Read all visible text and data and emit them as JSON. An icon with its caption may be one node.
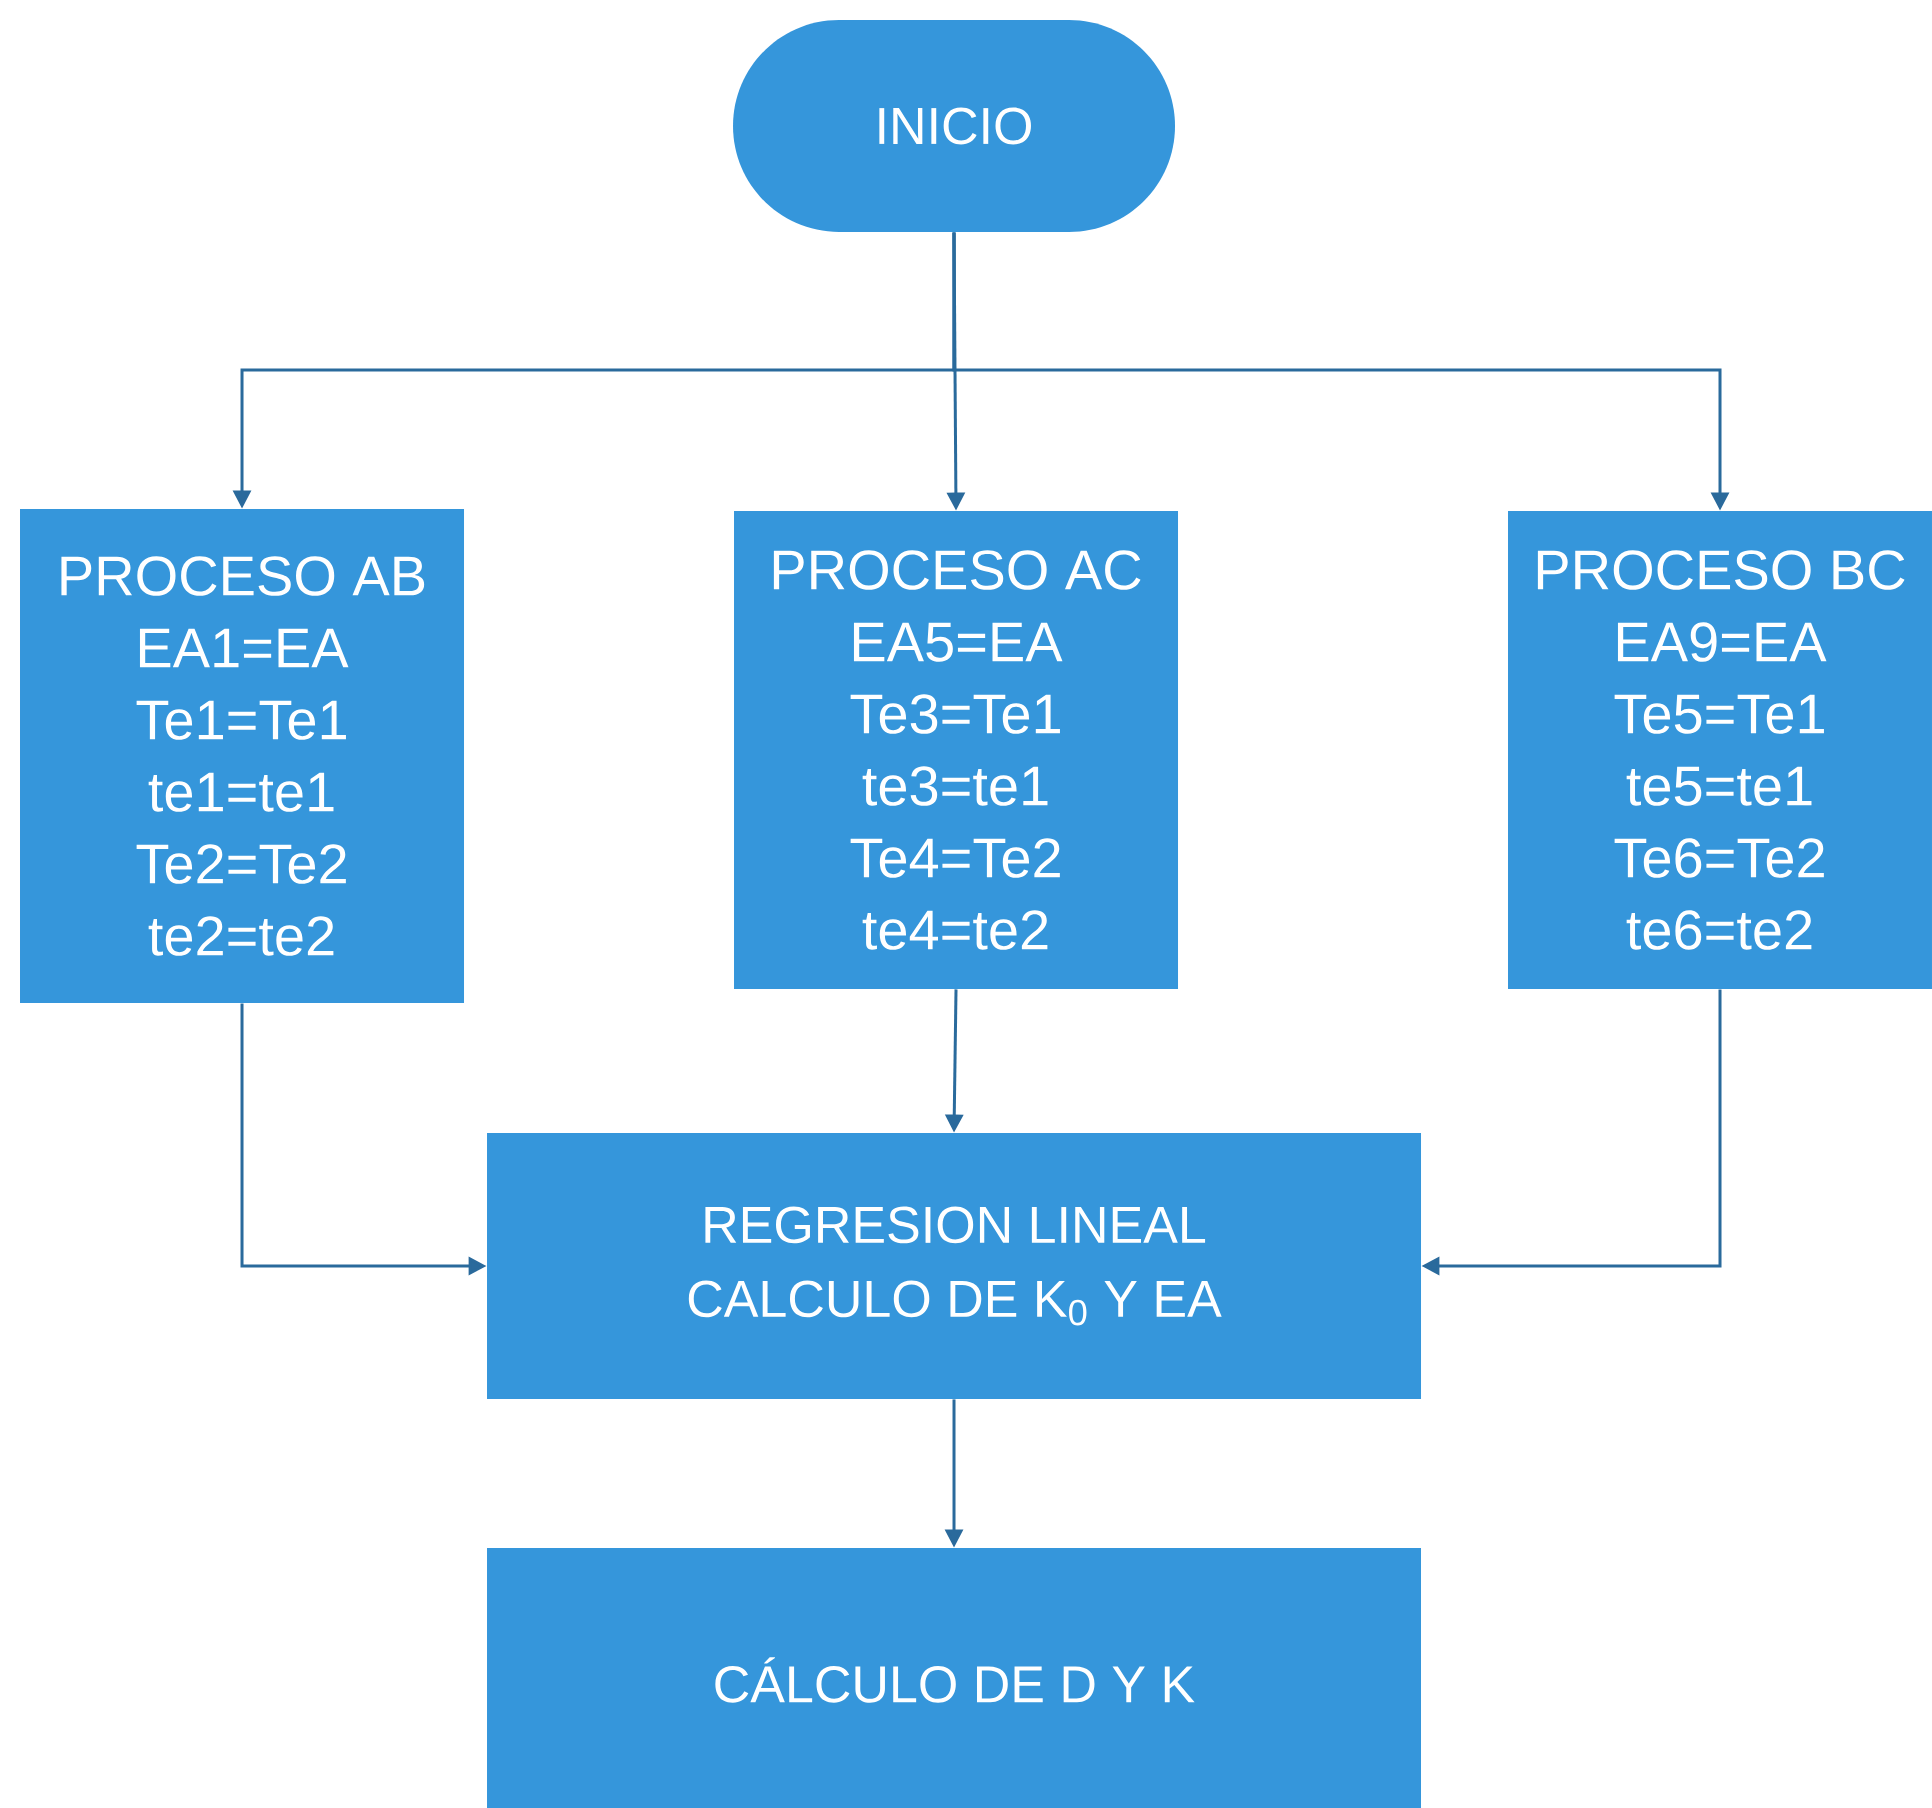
{
  "diagram": {
    "nodes": [
      {
        "text": [
          "INICIO"
        ]
      },
      {
        "text": [
          "PROCESO AB",
          "EA1=EA",
          "Te1=Te1",
          "te1=te1",
          "Te2=Te2",
          "te2=te2"
        ]
      },
      {
        "text": [
          "PROCESO AC",
          "EA5=EA",
          "Te3=Te1",
          "te3=te1",
          "Te4=Te2",
          "te4=te2"
        ]
      },
      {
        "text": [
          "PROCESO BC",
          "EA9=EA",
          "Te5=Te1",
          "te5=te1",
          "Te6=Te2",
          "te6=te2"
        ]
      },
      {
        "text": [
          "REGRESION LINEAL",
          "CALCULO DE K$_{0}$ Y EA"
        ]
      },
      {
        "text": [
          "CÁLCULO DE D Y K"
        ]
      }
    ],
    "edges": [
      {
        "from": 0,
        "to": 1,
        "arrow": "to"
      },
      {
        "from": 0,
        "to": 2,
        "arrow": "to"
      },
      {
        "from": 0,
        "to": 3,
        "arrow": "to"
      },
      {
        "from": 1,
        "to": 4,
        "arrow": "to"
      },
      {
        "from": 2,
        "to": 4,
        "arrow": "to"
      },
      {
        "from": 3,
        "to": 4,
        "arrow": "to"
      },
      {
        "from": 4,
        "to": 5,
        "arrow": "to"
      }
    ]
  }
}
